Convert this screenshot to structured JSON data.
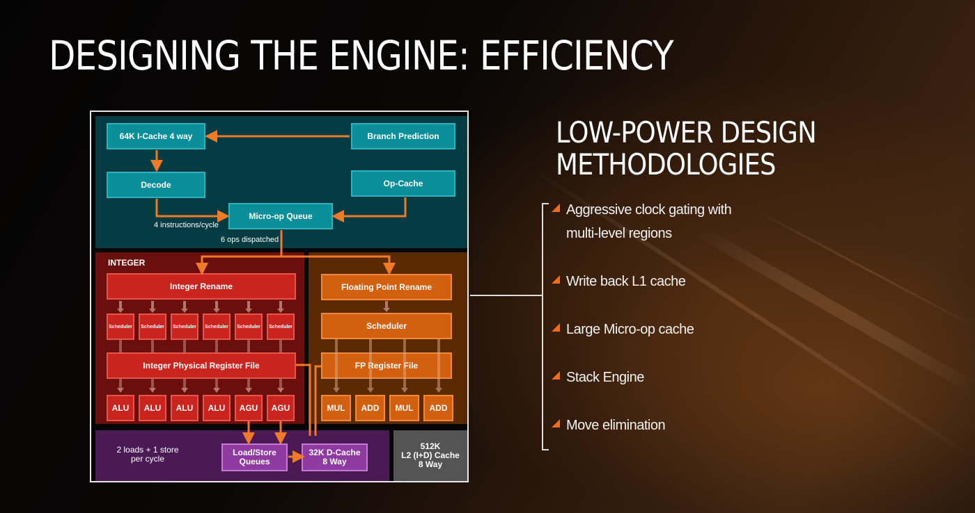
{
  "slide": {
    "title": "DESIGNING THE ENGINE: EFFICIENCY",
    "subtitle_line1": "LOW-POWER DESIGN",
    "subtitle_line2": "METHODOLOGIES",
    "accent_color": "#f26a1b"
  },
  "bullets": [
    {
      "line1": "Aggressive clock gating with",
      "line2": "multi-level regions"
    },
    {
      "line1": "Write back L1 cache"
    },
    {
      "line1": "Large Micro-op cache"
    },
    {
      "line1": "Stack Engine"
    },
    {
      "line1": "Move elimination"
    }
  ],
  "diagram": {
    "frontend": {
      "icache": "64K I-Cache 4 way",
      "branch_prediction": "Branch Prediction",
      "decode": "Decode",
      "op_cache": "Op-Cache",
      "micro_op_queue": "Micro-op Queue",
      "decode_rate": "4 instructions/cycle",
      "dispatch_rate": "6 ops dispatched"
    },
    "integer": {
      "title": "INTEGER",
      "rename": "Integer Rename",
      "schedulers": [
        "Scheduler",
        "Scheduler",
        "Scheduler",
        "Scheduler",
        "Scheduler",
        "Scheduler"
      ],
      "register_file": "Integer Physical Register File",
      "units": [
        "ALU",
        "ALU",
        "ALU",
        "ALU",
        "AGU",
        "AGU"
      ]
    },
    "fp": {
      "rename": "Floating Point Rename",
      "scheduler": "Scheduler",
      "register_file": "FP Register File",
      "units": [
        "MUL",
        "ADD",
        "MUL",
        "ADD"
      ]
    },
    "load_store": {
      "rate_line1": "2 loads + 1 store",
      "rate_line2": "per cycle",
      "queues_line1": "Load/Store",
      "queues_line2": "Queues",
      "dcache_line1": "32K D-Cache",
      "dcache_line2": "8 Way"
    },
    "l2": {
      "line1": "512K",
      "line2": "L2 (I+D) Cache",
      "line3": "8 Way"
    },
    "colors": {
      "frontend": "#053c44",
      "integer": "#6b0f0c",
      "fp": "#5a2a05",
      "load_store": "#4a1a55",
      "l2": "#545454",
      "arrow": "#f07a28"
    }
  }
}
